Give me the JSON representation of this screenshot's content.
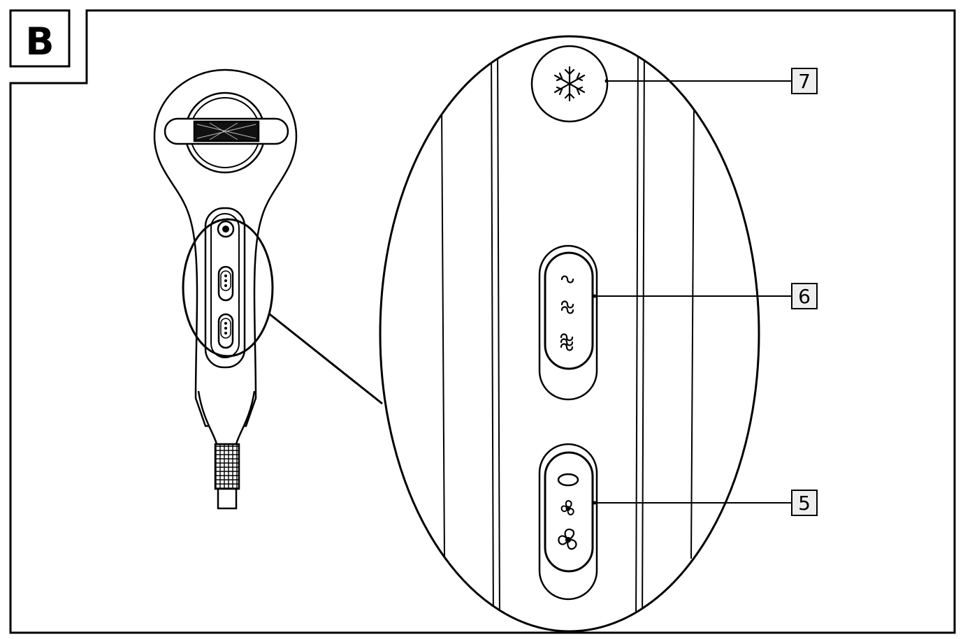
{
  "figure": {
    "section_letter": "B",
    "callouts": [
      {
        "number": "7",
        "part": "cool-shot-button"
      },
      {
        "number": "6",
        "part": "heat-setting-switch"
      },
      {
        "number": "5",
        "part": "speed-setting-switch"
      }
    ],
    "heat_switch_symbols": [
      "heat-low-wave-icon",
      "heat-medium-wave-icon",
      "heat-high-wave-icon"
    ],
    "speed_switch_symbols": [
      "off-ring-icon",
      "fan-low-icon",
      "fan-high-icon"
    ],
    "cool_button_symbol": "snowflake-icon"
  }
}
